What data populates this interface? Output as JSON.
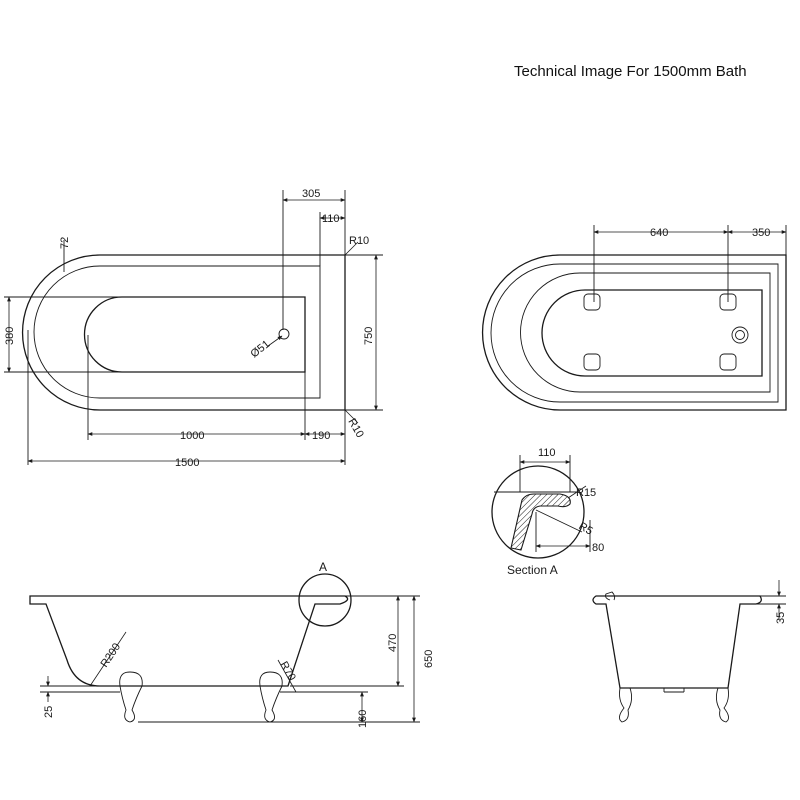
{
  "title": "Technical Image For 1500mm Bath",
  "plan": {
    "d_305": "305",
    "d_110": "110",
    "d_r10_top": "R10",
    "d_72": "72",
    "d_380": "380",
    "d_750": "750",
    "d_dia51": "Ø51",
    "d_1000": "1000",
    "d_190": "190",
    "d_r10_bottom": "R10",
    "d_1500": "1500"
  },
  "top_right": {
    "d_640": "640",
    "d_350": "350"
  },
  "section": {
    "d_110": "110",
    "d_r15": "R15",
    "d_r5": "R5",
    "d_80": "80",
    "label": "Section A"
  },
  "side": {
    "marker_a": "A",
    "d_r200": "R200",
    "d_r70": "R70",
    "d_470": "470",
    "d_650": "650",
    "d_25": "25",
    "d_160": "160"
  },
  "end": {
    "d_35": "35"
  }
}
